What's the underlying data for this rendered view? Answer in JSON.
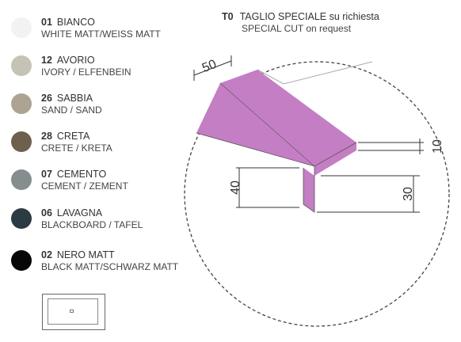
{
  "colors": [
    {
      "code": "01",
      "name": "BIANCO",
      "subtitle": "WHITE MATT/WEISS MATT",
      "hex": "#f2f2f2"
    },
    {
      "code": "12",
      "name": "AVORIO",
      "subtitle": "IVORY / ELFENBEIN",
      "hex": "#c5c3b5"
    },
    {
      "code": "26",
      "name": "SABBIA",
      "subtitle": "SAND / SAND",
      "hex": "#ada393"
    },
    {
      "code": "28",
      "name": "CRETA",
      "subtitle": "CRETE / KRETA",
      "hex": "#6e5f4f"
    },
    {
      "code": "07",
      "name": "CEMENTO",
      "subtitle": "CEMENT / ZEMENT",
      "hex": "#868d8f"
    },
    {
      "code": "06",
      "name": "LAVAGNA",
      "subtitle": "BLACKBOARD / TAFEL",
      "hex": "#2b3a43"
    },
    {
      "code": "02",
      "name": "NERO  MATT",
      "subtitle": "BLACK MATT/SCHWARZ MATT",
      "hex": "#070707"
    }
  ],
  "special_cut": {
    "code": "T0",
    "title": "TAGLIO SPECIALE su richiesta",
    "subtitle": "SPECIAL CUT on request"
  },
  "dimensions": {
    "width_label": "50",
    "thickness_label": "10",
    "depth_label": "30",
    "height_label": "40"
  },
  "accent_color": "#c47ec4"
}
